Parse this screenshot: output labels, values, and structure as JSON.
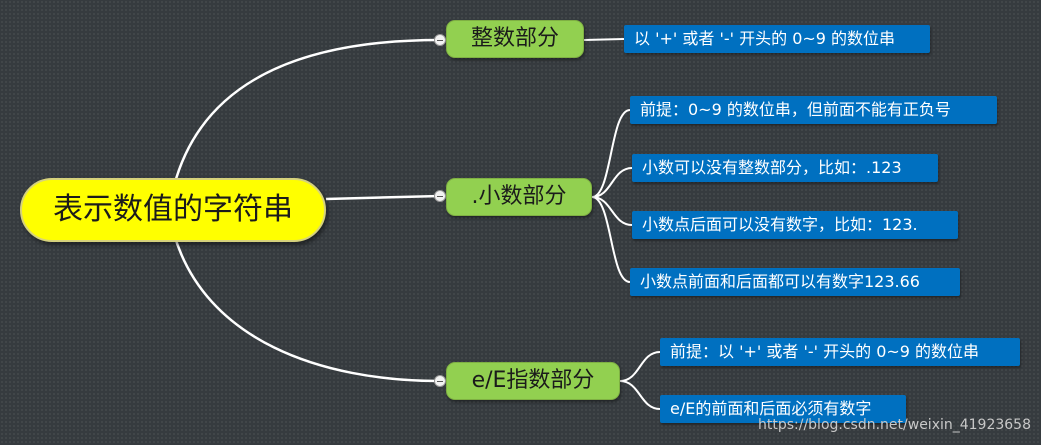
{
  "root": {
    "label": "表示数值的字符串"
  },
  "branches": [
    {
      "label": "整数部分",
      "leaves": [
        "以 '+' 或者 '-' 开头的 0~9 的数位串"
      ]
    },
    {
      "label": ".小数部分",
      "leaves": [
        "前提：0~9 的数位串，但前面不能有正负号",
        "小数可以没有整数部分，比如：.123",
        "小数点后面可以没有数字，比如：123.",
        "小数点前面和后面都可以有数字123.66"
      ]
    },
    {
      "label": "e/E指数部分",
      "leaves": [
        "前提：以 '+' 或者 '-' 开头的 0~9 的数位串",
        "e/E的前面和后面必须有数字"
      ]
    }
  ],
  "watermark": "https://blog.csdn.net/weixin_41923658",
  "colors": {
    "background": "#363b3f",
    "root_fill": "#ffff00",
    "branch_fill": "#92d050",
    "leaf_fill": "#0070c0",
    "connector": "#ffffff"
  }
}
